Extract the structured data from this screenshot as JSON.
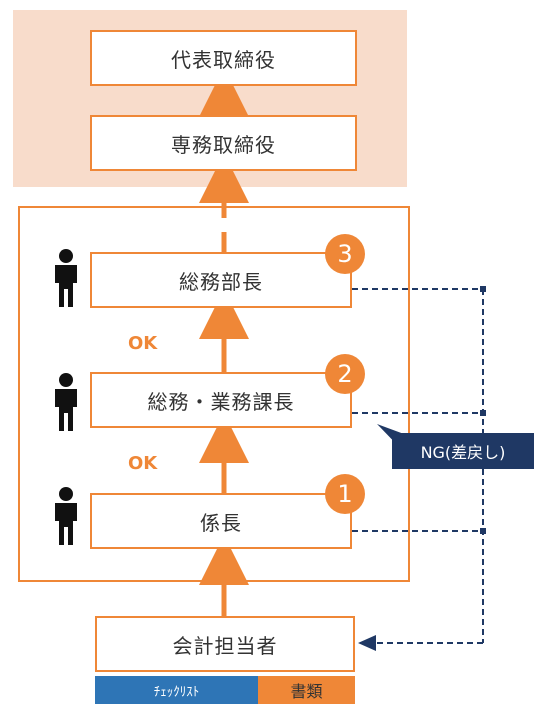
{
  "nodes": {
    "ceo": "代表取締役",
    "managing_director": "専務取締役",
    "gm": "総務部長",
    "section_manager": "総務・業務課長",
    "chief": "係長",
    "accountant": "会計担当者"
  },
  "badges": {
    "gm": "3",
    "section_manager": "2",
    "chief": "1"
  },
  "ok_labels": [
    "OK",
    "OK"
  ],
  "ng_label": "NG(差戻し)",
  "bottom_bar": {
    "checklist": "ﾁｪｯｸﾘｽﾄ",
    "documents": "書類"
  },
  "colors": {
    "accent": "#ef8737",
    "exec_bg": "#f8dccb",
    "navy": "#1f3864",
    "blue": "#2e75b6"
  },
  "icons": [
    "person-icon",
    "person-icon",
    "person-icon"
  ]
}
